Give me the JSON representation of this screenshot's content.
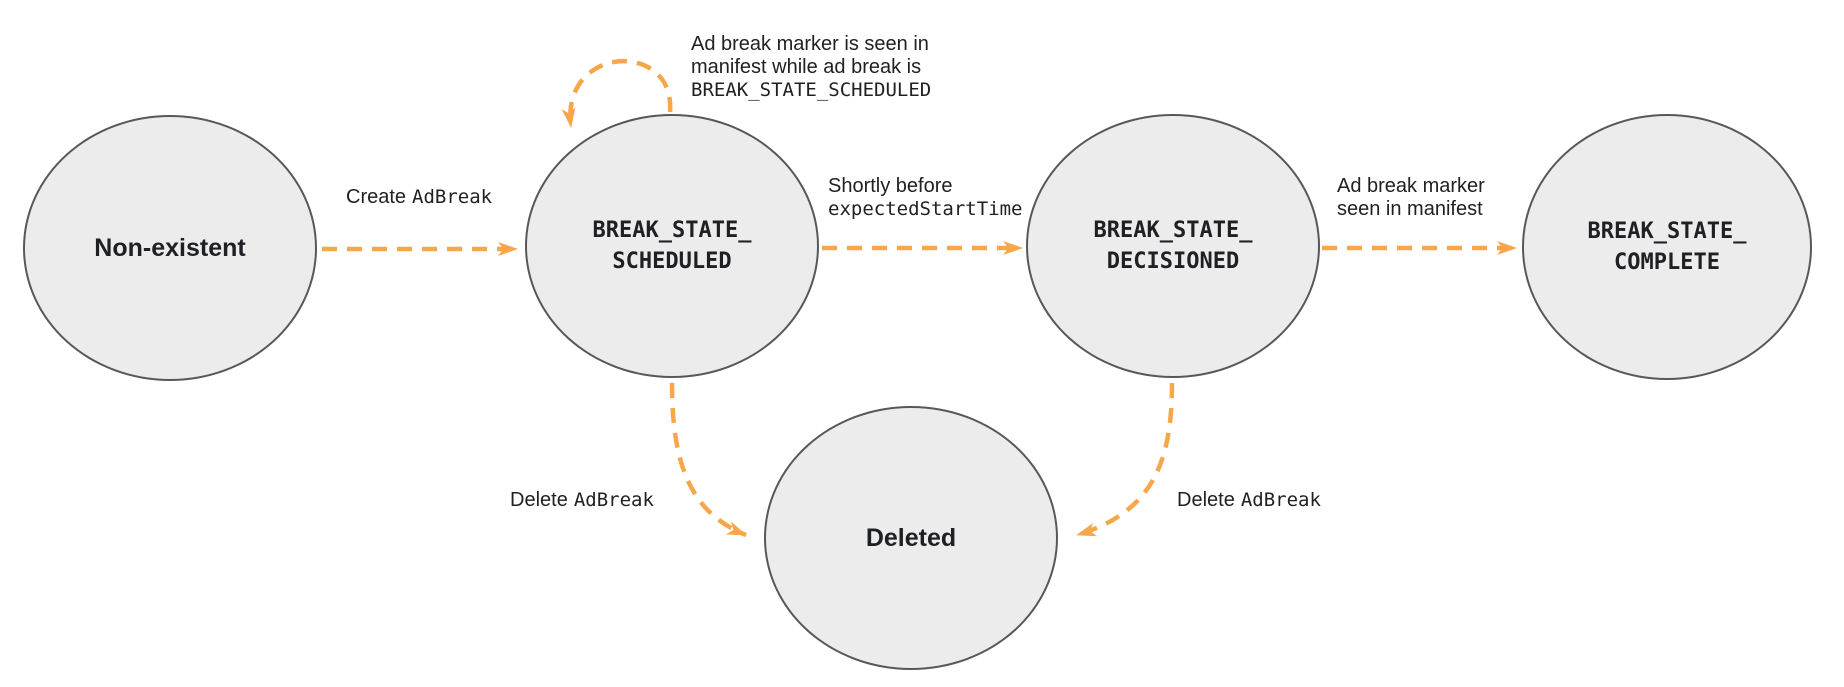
{
  "diagram": {
    "type": "state-diagram",
    "colors": {
      "arrow": "#f7a64a",
      "node_fill": "#ececec",
      "node_border": "#57585b",
      "text": "#202124"
    },
    "nodes": {
      "non_existent": {
        "lines": [
          "Non-existent"
        ]
      },
      "scheduled": {
        "lines": [
          "BREAK_STATE_",
          "SCHEDULED"
        ]
      },
      "decisioned": {
        "lines": [
          "BREAK_STATE_",
          "DECISIONED"
        ]
      },
      "complete": {
        "lines": [
          "BREAK_STATE_",
          "COMPLETE"
        ]
      },
      "deleted": {
        "lines": [
          "Deleted"
        ]
      }
    },
    "edges": {
      "create": {
        "from": "non_existent",
        "to": "scheduled",
        "label_sans": "Create",
        "label_code": "AdBreak"
      },
      "self_loop": {
        "from": "scheduled",
        "to": "scheduled",
        "label_line1": "Ad break marker is seen in",
        "label_line2": "manifest while ad break is",
        "label_line3_code": "BREAK_STATE_SCHEDULED"
      },
      "decision": {
        "from": "scheduled",
        "to": "decisioned",
        "label_line1": "Shortly before",
        "label_line2_code": "expectedStartTime"
      },
      "complete": {
        "from": "decisioned",
        "to": "complete",
        "label_line1": "Ad break marker",
        "label_line2": "seen in manifest"
      },
      "delete_left": {
        "from": "scheduled",
        "to": "deleted",
        "label_sans": "Delete",
        "label_code": "AdBreak"
      },
      "delete_right": {
        "from": "decisioned",
        "to": "deleted",
        "label_sans": "Delete",
        "label_code": "AdBreak"
      }
    }
  }
}
